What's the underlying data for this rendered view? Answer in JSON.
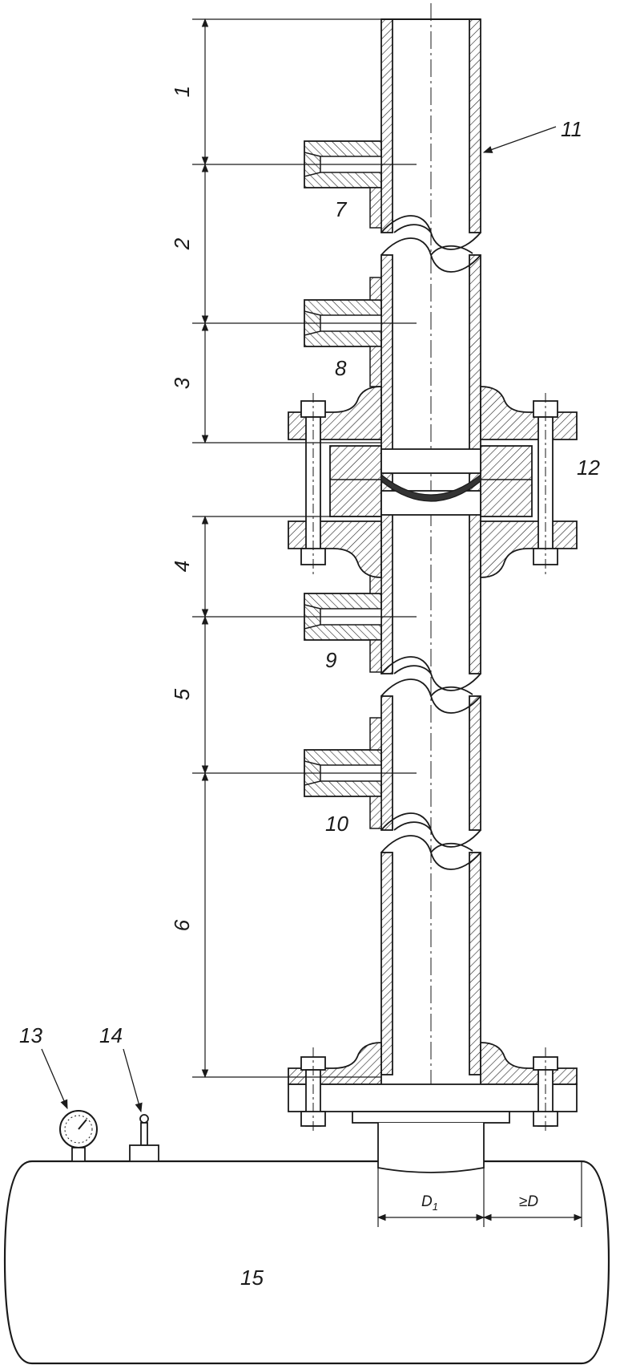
{
  "diagram": {
    "dimension_labels": [
      "1",
      "2",
      "3",
      "4",
      "5",
      "6"
    ],
    "part_labels": {
      "p7": "7",
      "p8": "8",
      "p9": "9",
      "p10": "10",
      "p11": "11",
      "p12": "12",
      "p13": "13",
      "p14": "14",
      "p15": "15"
    },
    "bottom_dimensions": {
      "d1_main": "D",
      "d1_sub": "1",
      "gap": "≥D"
    }
  }
}
